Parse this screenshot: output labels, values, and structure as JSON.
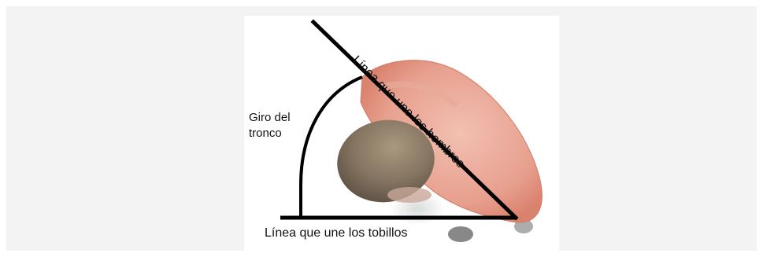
{
  "diagram": {
    "angle_label_line1": "Giro del",
    "angle_label_line2": "tronco",
    "ankles_line_label": "Línea que une los tobillos",
    "shoulders_line_label": "Línea que une los hombros"
  },
  "colors": {
    "frame_background": "#f3f3f3",
    "figure_background": "#ffffff",
    "torso": "#e8a08e",
    "torso_edge": "#d9836f",
    "head": "#8a7a66",
    "lines": "#000000"
  }
}
